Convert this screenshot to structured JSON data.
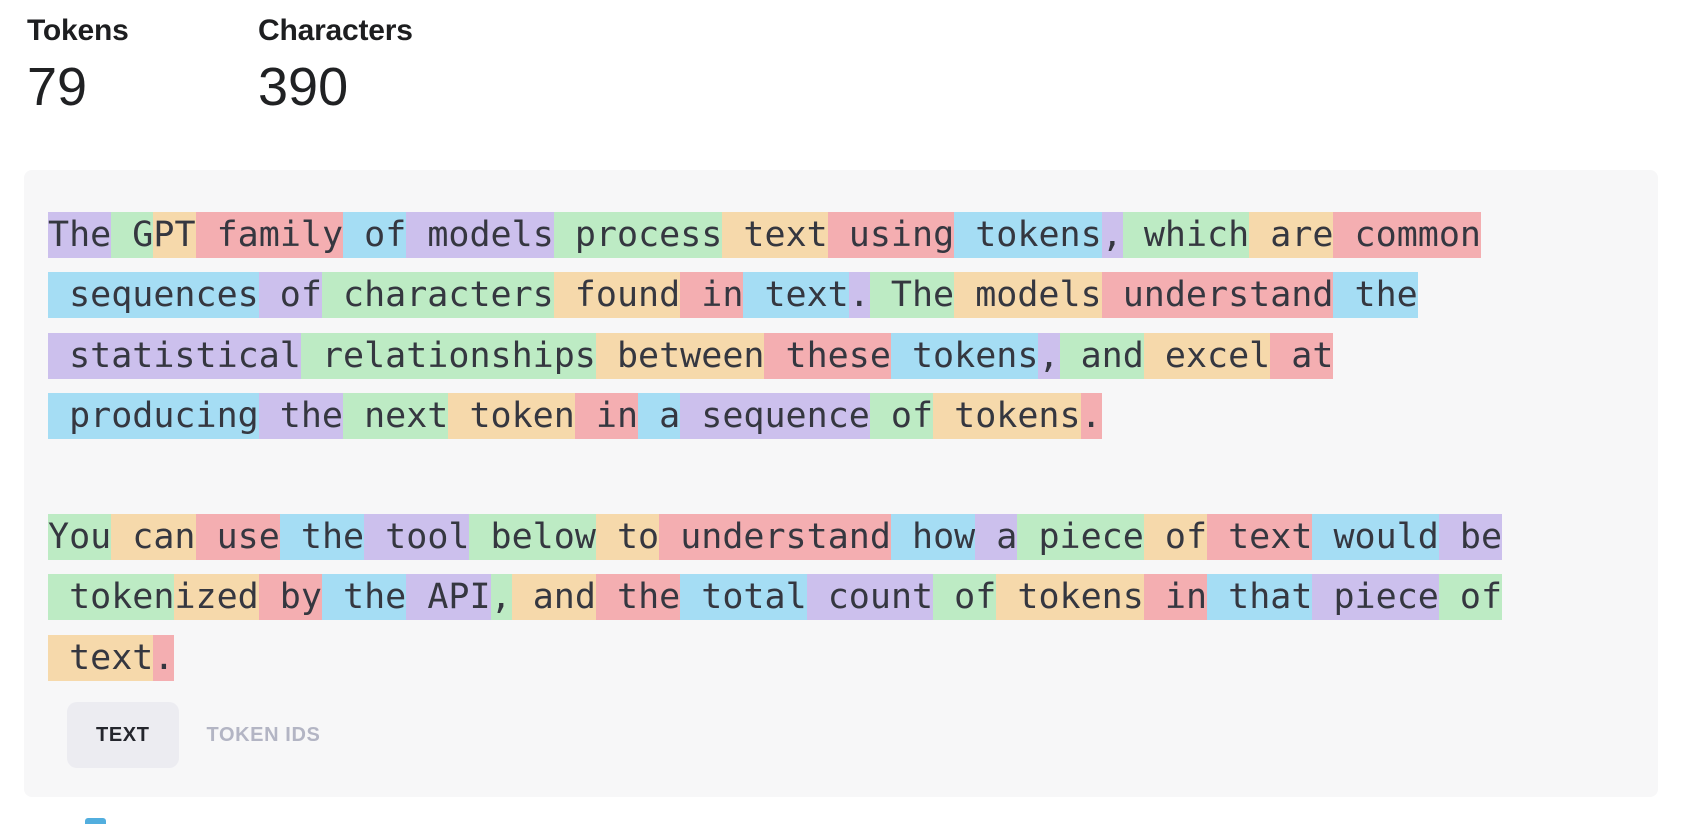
{
  "stats": [
    {
      "label": "Tokens",
      "value": "79"
    },
    {
      "label": "Characters",
      "value": "390"
    }
  ],
  "tabs": [
    {
      "label": "TEXT",
      "active": true
    },
    {
      "label": "TOKEN IDS",
      "active": false
    }
  ],
  "colors": {
    "token_palette": [
      "#ccc0ed",
      "#bdebc4",
      "#f6d9ab",
      "#f4aeb1",
      "#a5ddf4"
    ],
    "panel_bg": "#f7f7f8",
    "token_text": "#353740",
    "active_tab_bg": "#ececf1",
    "active_tab_text": "#24262d",
    "inactive_tab_text": "#b3b5c4",
    "partial_button": "#52aede"
  },
  "token_lines": [
    [
      {
        "t": "The",
        "c": 0
      },
      {
        "t": " G",
        "c": 1
      },
      {
        "t": "PT",
        "c": 2
      },
      {
        "t": " family",
        "c": 3
      },
      {
        "t": " of",
        "c": 4
      },
      {
        "t": " models",
        "c": 0
      },
      {
        "t": " process",
        "c": 1
      },
      {
        "t": " text",
        "c": 2
      },
      {
        "t": " using",
        "c": 3
      },
      {
        "t": " tokens",
        "c": 4
      },
      {
        "t": ",",
        "c": 0
      },
      {
        "t": " which",
        "c": 1
      },
      {
        "t": " are",
        "c": 2
      },
      {
        "t": " common",
        "c": 3
      }
    ],
    [
      {
        "t": " sequences",
        "c": 4
      },
      {
        "t": " of",
        "c": 0
      },
      {
        "t": " characters",
        "c": 1
      },
      {
        "t": " found",
        "c": 2
      },
      {
        "t": " in",
        "c": 3
      },
      {
        "t": " text",
        "c": 4
      },
      {
        "t": ".",
        "c": 0
      },
      {
        "t": " The",
        "c": 1
      },
      {
        "t": " models",
        "c": 2
      },
      {
        "t": " understand",
        "c": 3
      },
      {
        "t": " the",
        "c": 4
      }
    ],
    [
      {
        "t": " statistical",
        "c": 0
      },
      {
        "t": " relationships",
        "c": 1
      },
      {
        "t": " between",
        "c": 2
      },
      {
        "t": " these",
        "c": 3
      },
      {
        "t": " tokens",
        "c": 4
      },
      {
        "t": ",",
        "c": 0
      },
      {
        "t": " and",
        "c": 1
      },
      {
        "t": " excel",
        "c": 2
      },
      {
        "t": " at",
        "c": 3
      }
    ],
    [
      {
        "t": " producing",
        "c": 4
      },
      {
        "t": " the",
        "c": 0
      },
      {
        "t": " next",
        "c": 1
      },
      {
        "t": " token",
        "c": 2
      },
      {
        "t": " in",
        "c": 3
      },
      {
        "t": " a",
        "c": 4
      },
      {
        "t": " sequence",
        "c": 0
      },
      {
        "t": " of",
        "c": 1
      },
      {
        "t": " tokens",
        "c": 2
      },
      {
        "t": ".",
        "c": 3
      }
    ],
    [],
    [
      {
        "t": "You",
        "c": 1
      },
      {
        "t": " can",
        "c": 2
      },
      {
        "t": " use",
        "c": 3
      },
      {
        "t": " the",
        "c": 4
      },
      {
        "t": " tool",
        "c": 0
      },
      {
        "t": " below",
        "c": 1
      },
      {
        "t": " to",
        "c": 2
      },
      {
        "t": " understand",
        "c": 3
      },
      {
        "t": " how",
        "c": 4
      },
      {
        "t": " a",
        "c": 0
      },
      {
        "t": " piece",
        "c": 1
      },
      {
        "t": " of",
        "c": 2
      },
      {
        "t": " text",
        "c": 3
      },
      {
        "t": " would",
        "c": 4
      },
      {
        "t": " be",
        "c": 0
      }
    ],
    [
      {
        "t": " token",
        "c": 1
      },
      {
        "t": "ized",
        "c": 2
      },
      {
        "t": " by",
        "c": 3
      },
      {
        "t": " the",
        "c": 4
      },
      {
        "t": " API",
        "c": 0
      },
      {
        "t": ",",
        "c": 1
      },
      {
        "t": " and",
        "c": 2
      },
      {
        "t": " the",
        "c": 3
      },
      {
        "t": " total",
        "c": 4
      },
      {
        "t": " count",
        "c": 0
      },
      {
        "t": " of",
        "c": 1
      },
      {
        "t": " tokens",
        "c": 2
      },
      {
        "t": " in",
        "c": 3
      },
      {
        "t": " that",
        "c": 4
      },
      {
        "t": " piece",
        "c": 0
      },
      {
        "t": " of",
        "c": 1
      }
    ],
    [
      {
        "t": " text",
        "c": 2
      },
      {
        "t": ".",
        "c": 3
      }
    ]
  ]
}
